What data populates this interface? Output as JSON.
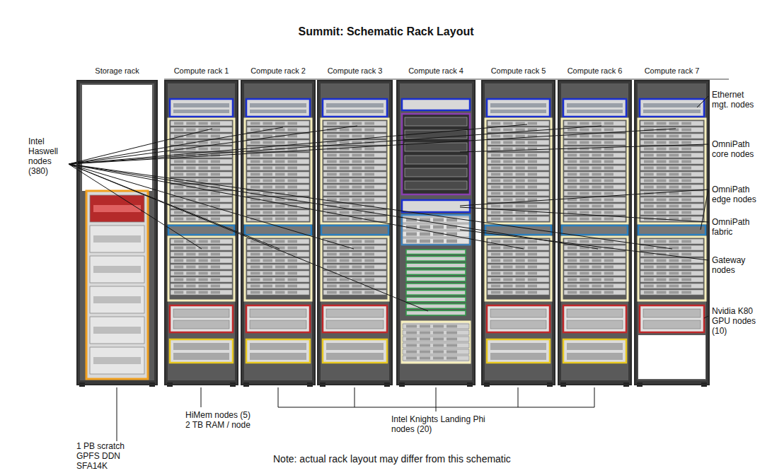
{
  "diagram": {
    "title": "Summit: Schematic Rack Layout",
    "caption": "Note: actual rack layout may differ from this schematic",
    "nodes": [
      {
        "text": [
          "Storage rack"
        ]
      },
      {
        "text": [
          "Compute rack 1"
        ]
      },
      {
        "text": [
          "Compute rack 2"
        ]
      },
      {
        "text": [
          "Compute rack 3"
        ]
      },
      {
        "text": [
          "Compute rack 4"
        ]
      },
      {
        "text": [
          "Compute rack 5"
        ]
      },
      {
        "text": [
          "Compute rack 6"
        ]
      },
      {
        "text": [
          "Compute rack 7"
        ]
      }
    ],
    "labels": [
      "Intel Haswell nodes (380)",
      "Ethernet mgt. nodes",
      "OmniPath core nodes",
      "OmniPath edge nodes",
      "OmniPath fabric",
      "Gateway nodes",
      "Nvidia K80 GPU nodes (10)",
      "HiMem nodes (5) 2 TB RAM / node",
      "Intel Knights Landing Phi nodes (20)",
      "1 PB scratch GPFS DDN SFA14K"
    ]
  }
}
